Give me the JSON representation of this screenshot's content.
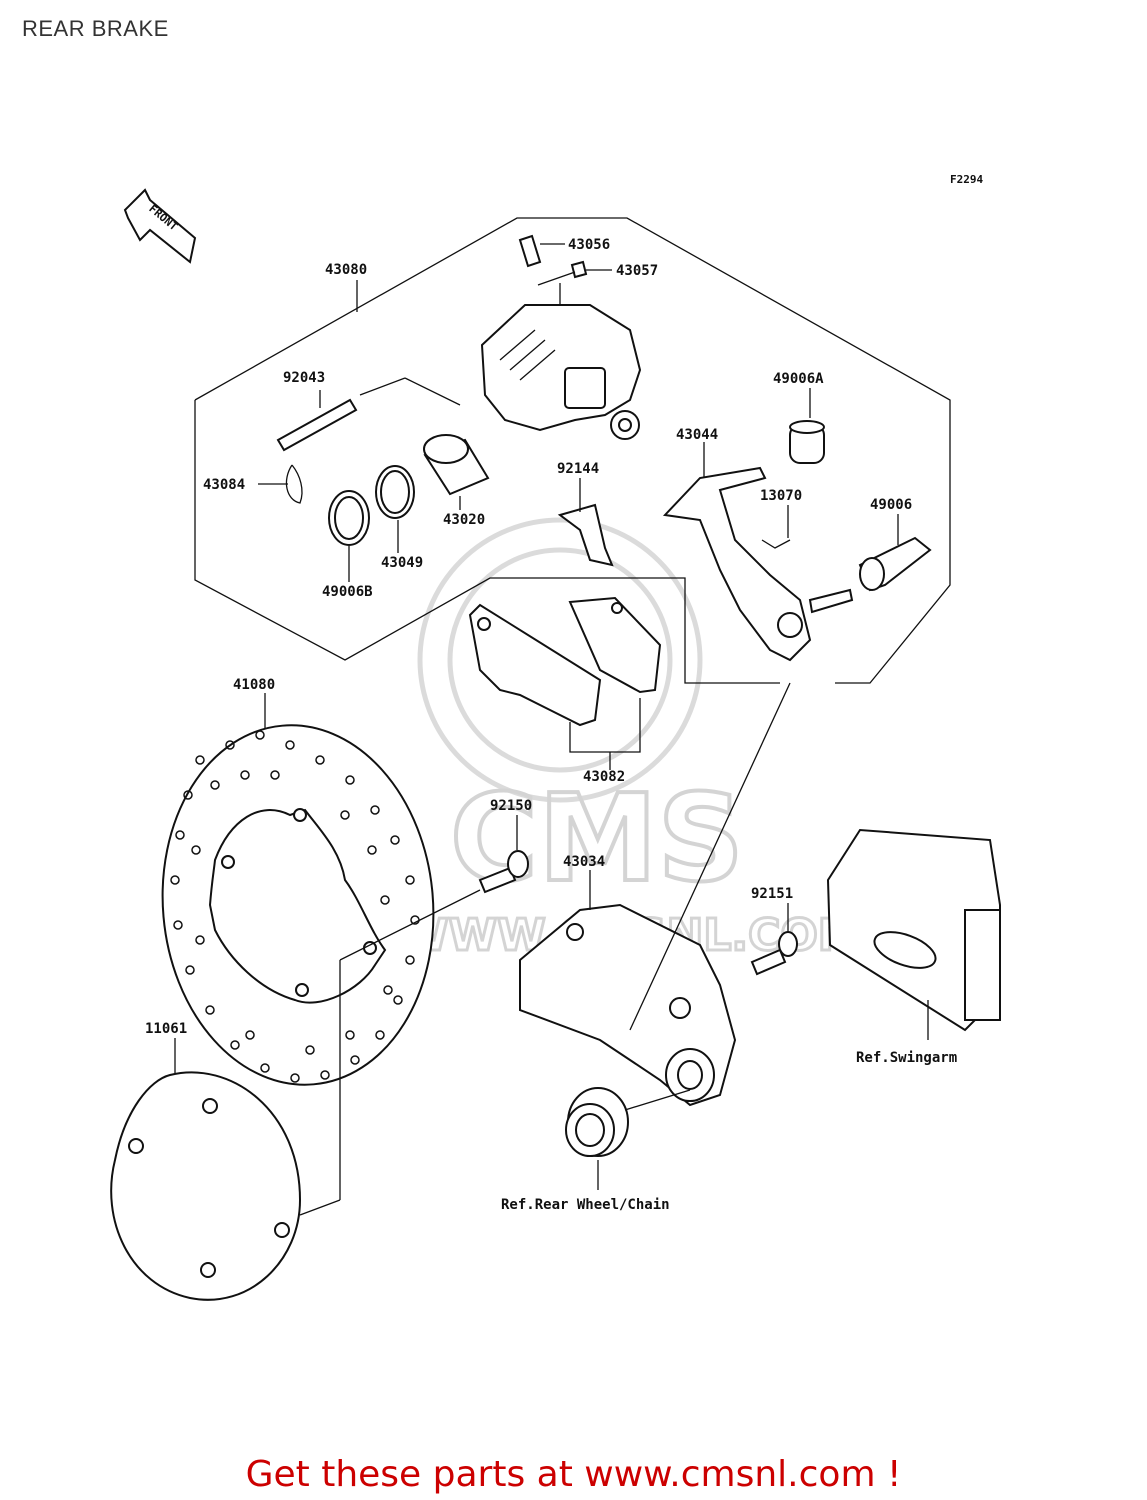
{
  "page": {
    "title": "REAR BRAKE"
  },
  "figure": {
    "code": "F2294",
    "front_label": "FRONT"
  },
  "watermark": {
    "brand": "CMS",
    "url": "WWW.CMSNL.COM"
  },
  "parts": [
    {
      "id": "p43080",
      "number": "43080"
    },
    {
      "id": "p43056",
      "number": "43056"
    },
    {
      "id": "p43057",
      "number": "43057"
    },
    {
      "id": "p92043",
      "number": "92043"
    },
    {
      "id": "p43084",
      "number": "43084"
    },
    {
      "id": "p43020",
      "number": "43020"
    },
    {
      "id": "p43049",
      "number": "43049"
    },
    {
      "id": "p49006B",
      "number": "49006B"
    },
    {
      "id": "p92144",
      "number": "92144"
    },
    {
      "id": "p49006A",
      "number": "49006A"
    },
    {
      "id": "p43044",
      "number": "43044"
    },
    {
      "id": "p13070",
      "number": "13070"
    },
    {
      "id": "p49006",
      "number": "49006"
    },
    {
      "id": "p41080",
      "number": "41080"
    },
    {
      "id": "p43082",
      "number": "43082"
    },
    {
      "id": "p92150",
      "number": "92150"
    },
    {
      "id": "p43034",
      "number": "43034"
    },
    {
      "id": "p92151",
      "number": "92151"
    },
    {
      "id": "p11061",
      "number": "11061"
    }
  ],
  "references": {
    "swingarm": "Ref.Swingarm",
    "rear_wheel": "Ref.Rear Wheel/Chain"
  },
  "footer": {
    "cta": "Get these parts at www.cmsnl.com !",
    "cta_color": "#cc0000"
  }
}
